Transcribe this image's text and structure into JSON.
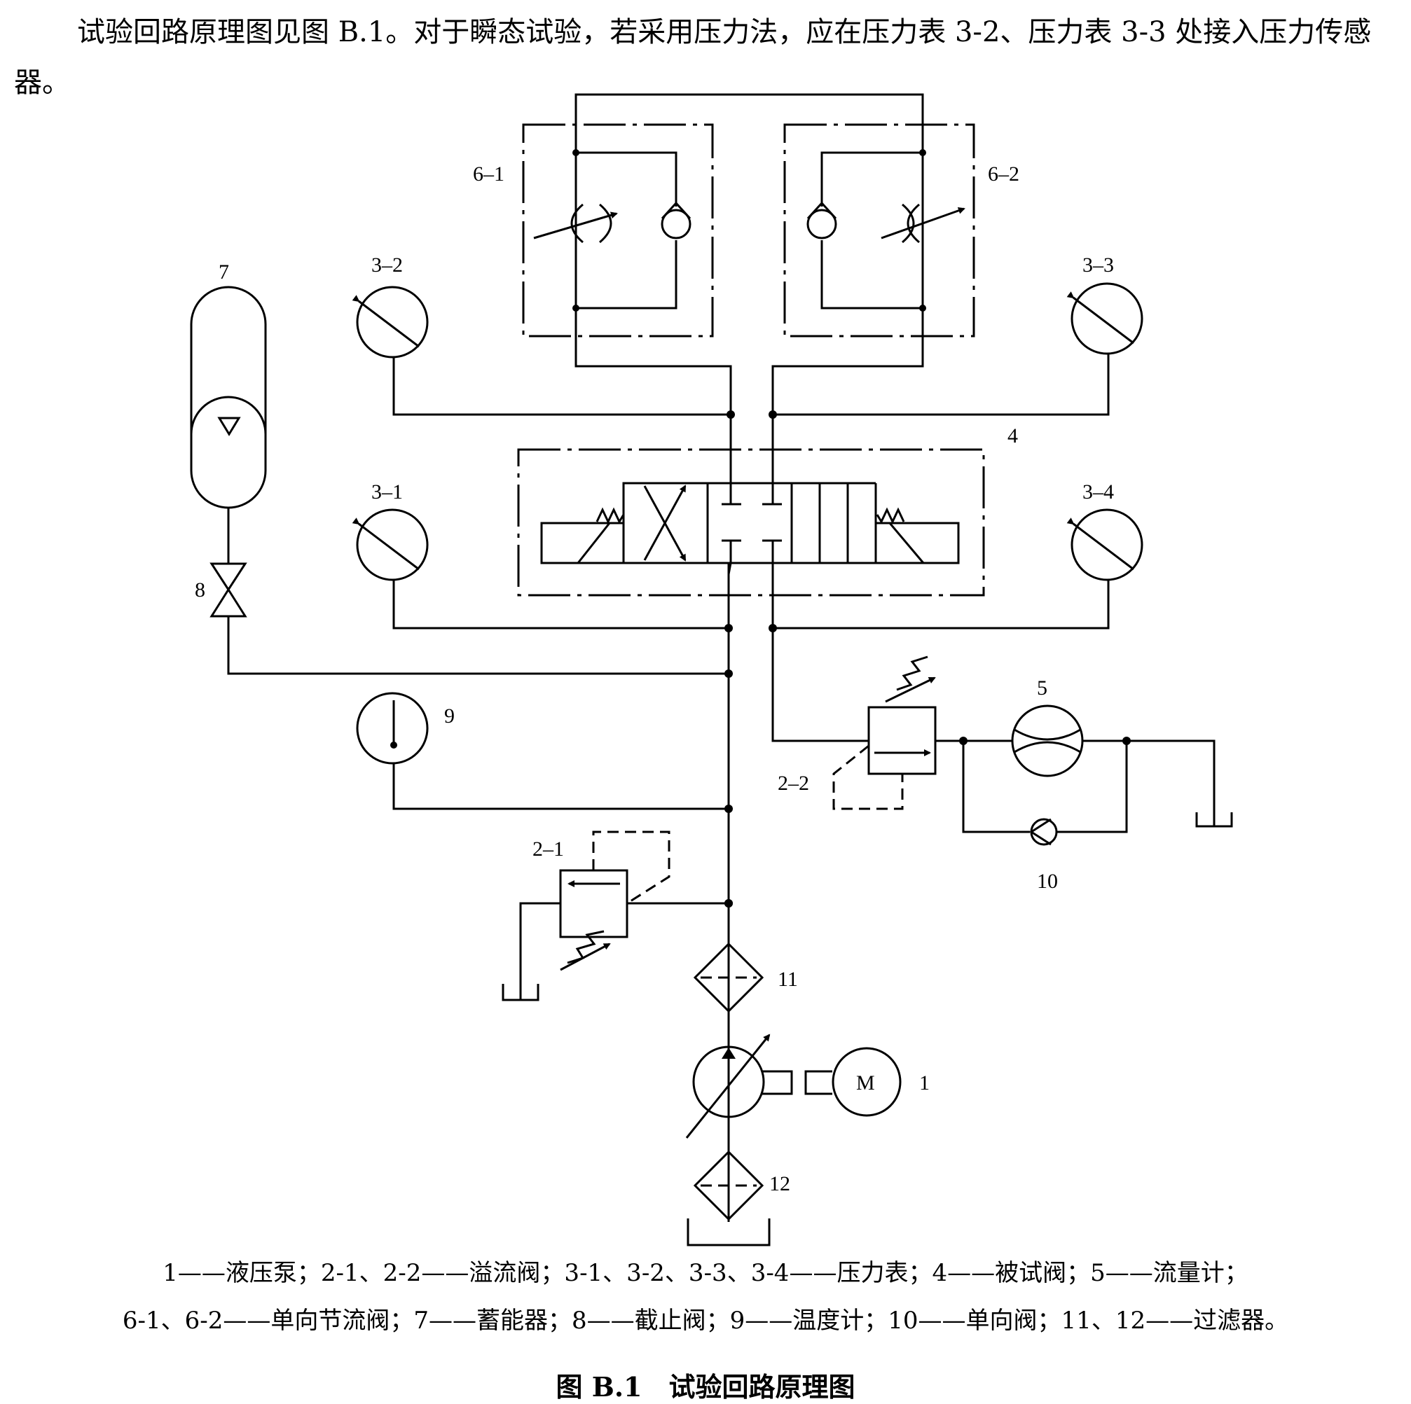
{
  "intro": "试验回路原理图见图 B.1。对于瞬态试验，若采用压力法，应在压力表 3-2、压力表 3-3 处接入压力传感器。",
  "labels": {
    "pump": "1",
    "relief_1": "2–1",
    "relief_2": "2–2",
    "gauge_1": "3–1",
    "gauge_2": "3–2",
    "gauge_3": "3–3",
    "gauge_4": "3–4",
    "test_valve": "4",
    "flowmeter": "5",
    "throttle_1": "6–1",
    "throttle_2": "6–2",
    "accumulator": "7",
    "stop_valve": "8",
    "thermometer": "9",
    "check_valve": "10",
    "filter_1": "11",
    "filter_2": "12",
    "motor": "M"
  },
  "legend_line1": "1——液压泵；2-1、2-2——溢流阀；3-1、3-2、3-3、3-4——压力表；4——被试阀；5——流量计；",
  "legend_line2": "6-1、6-2——单向节流阀；7——蓄能器；8——截止阀；9——温度计；10——单向阀；11、12——过滤器。",
  "caption": "图 B.1　试验回路原理图"
}
